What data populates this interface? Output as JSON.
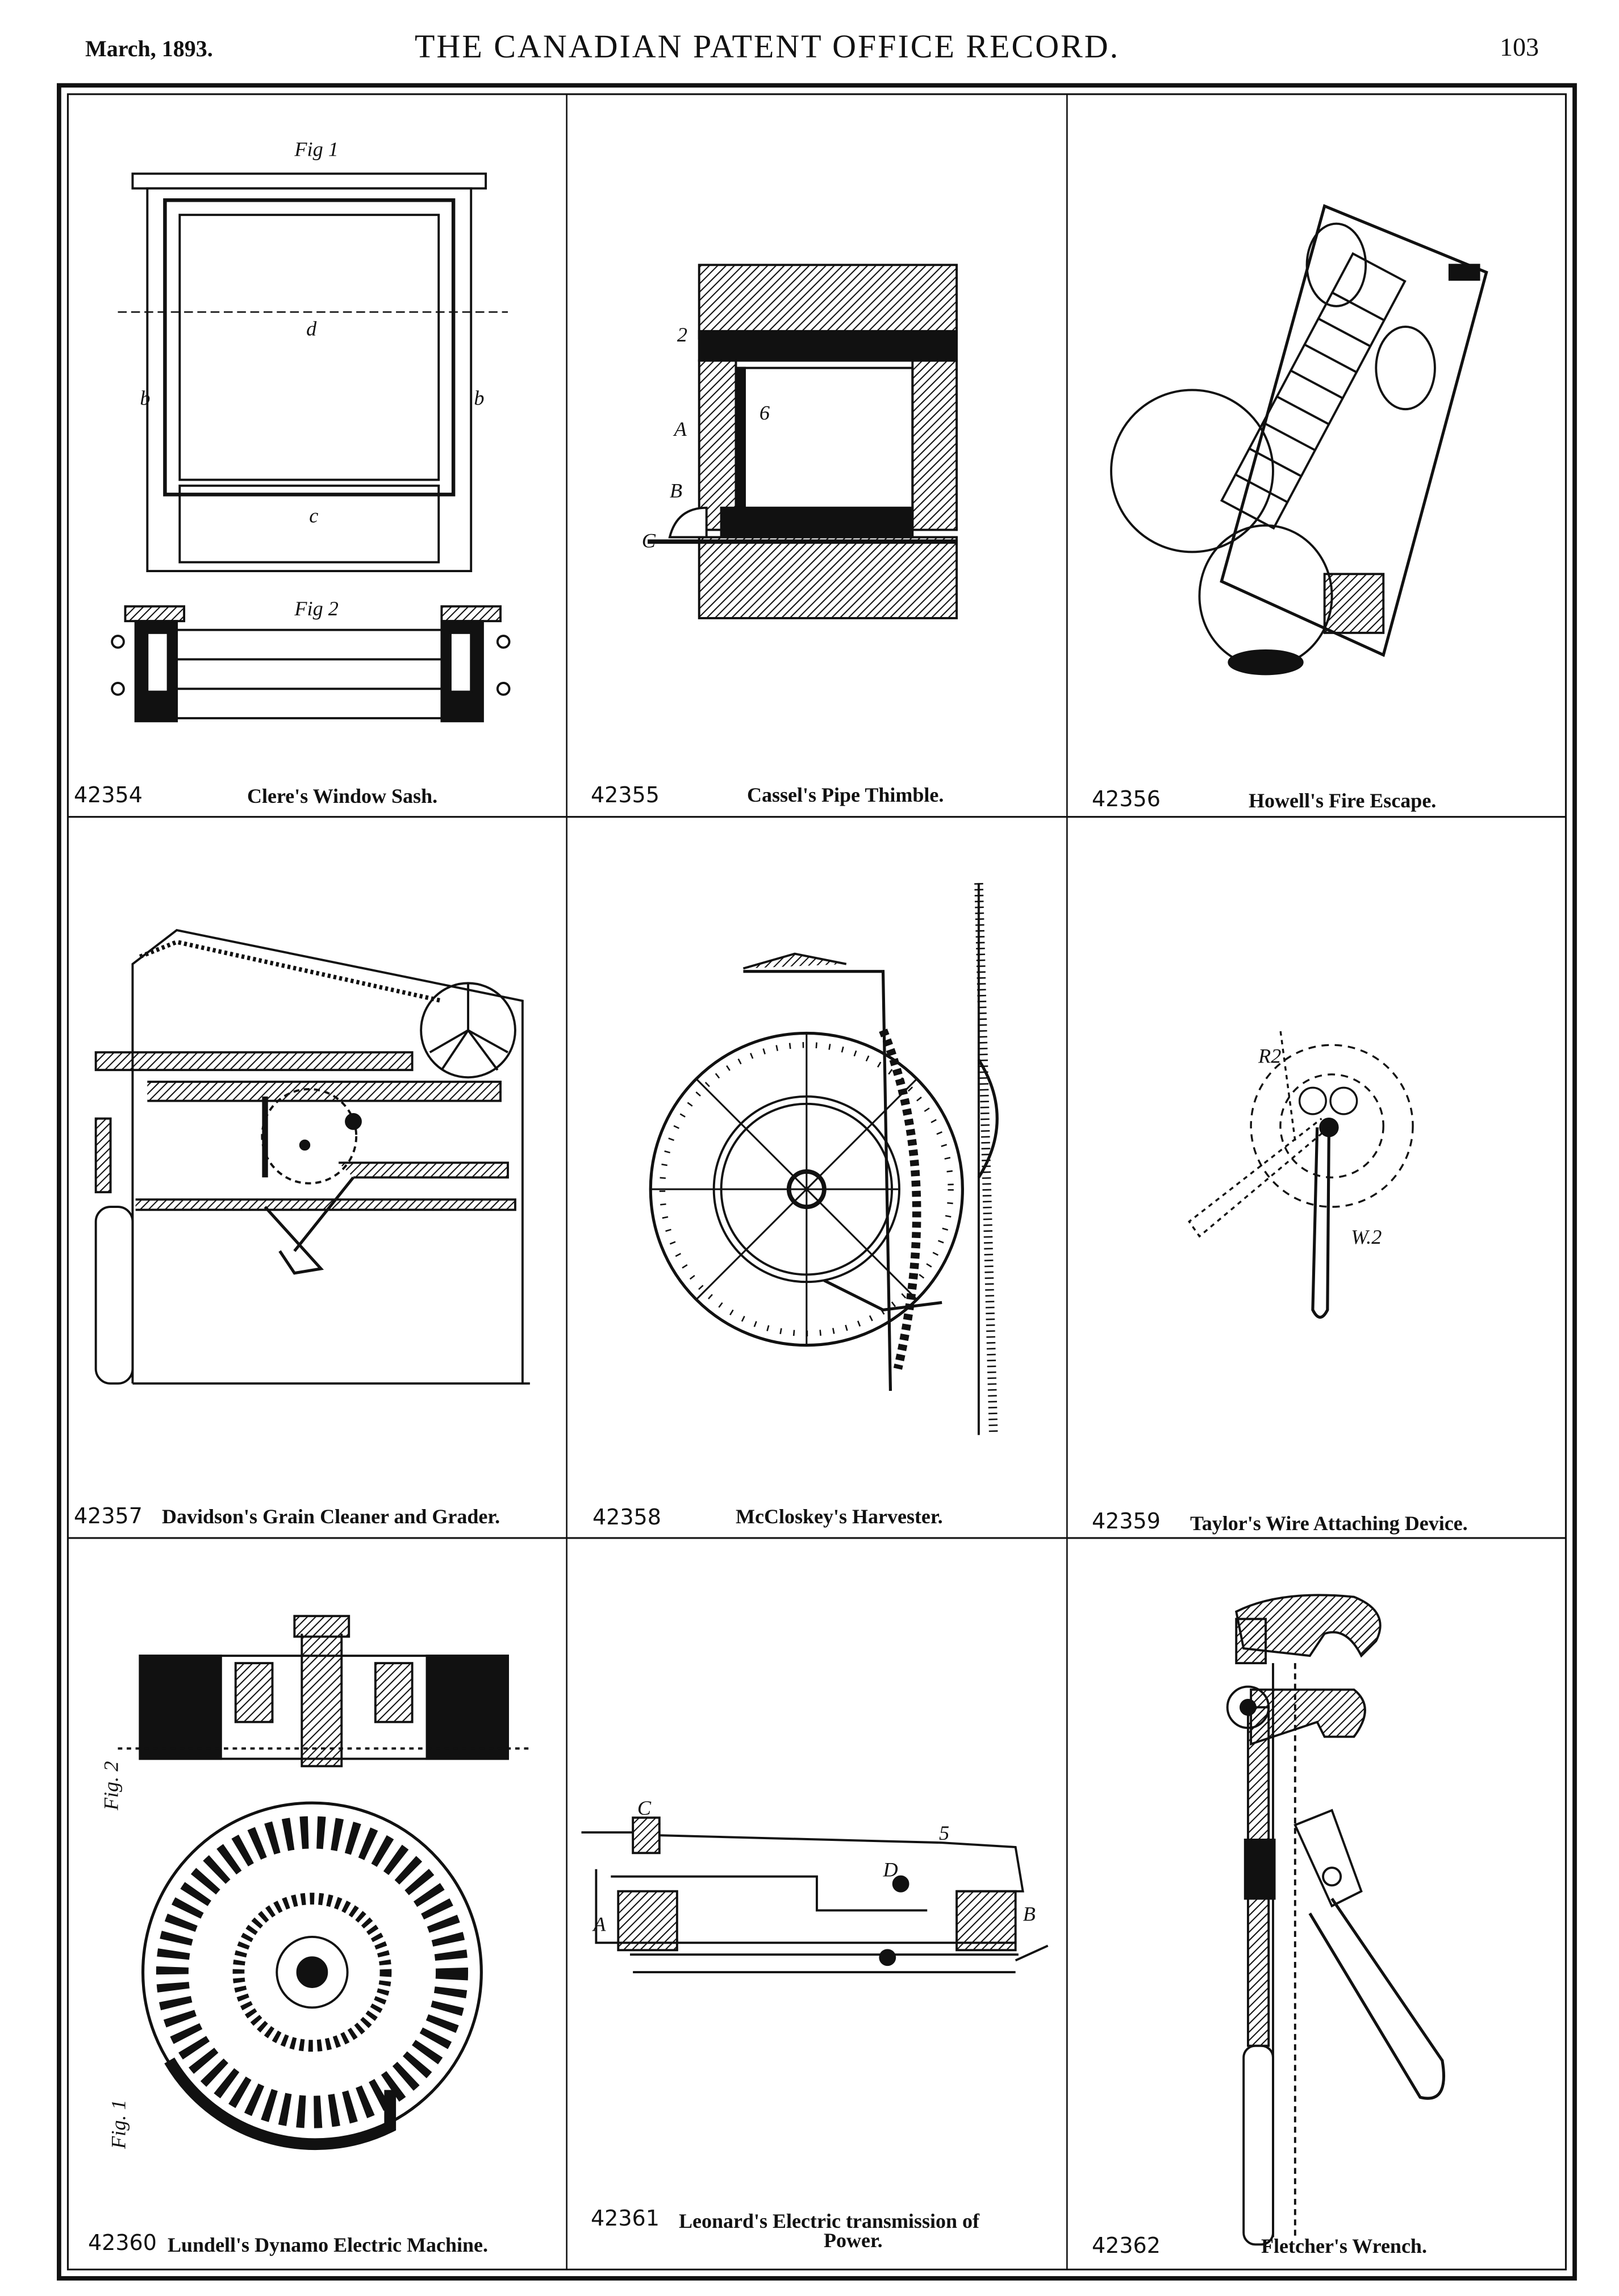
{
  "header": {
    "date": "March, 1893.",
    "title": "THE CANADIAN PATENT OFFICE RECORD.",
    "page_number": "103"
  },
  "patents": [
    {
      "number": "42354",
      "title": "Clere's Window Sash.",
      "figures": [
        "Fig 1",
        "Fig 2"
      ]
    },
    {
      "number": "42355",
      "title": "Cassel's Pipe Thimble."
    },
    {
      "number": "42356",
      "title": "Howell's Fire Escape."
    },
    {
      "number": "42357",
      "title": "Davidson's Grain Cleaner and Grader."
    },
    {
      "number": "42358",
      "title": "McCloskey's Harvester."
    },
    {
      "number": "42359",
      "title": "Taylor's Wire Attaching Device."
    },
    {
      "number": "42360",
      "title": "Lundell's Dynamo Electric Machine.",
      "figures": [
        "Fig. 2",
        "Fig. 1"
      ]
    },
    {
      "number": "42361",
      "title": "Leonard's Electric transmission of",
      "title_line2": "Power."
    },
    {
      "number": "42362",
      "title": "Fletcher's Wrench."
    }
  ]
}
